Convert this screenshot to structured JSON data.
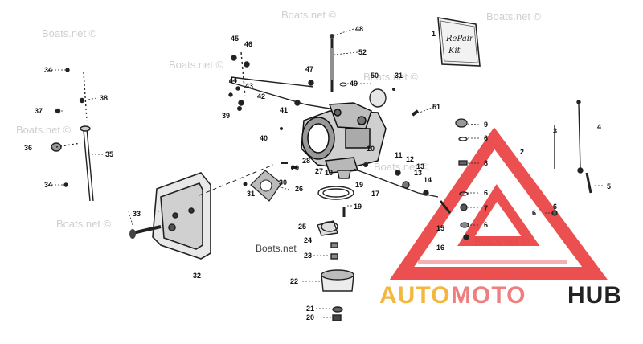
{
  "watermarks": [
    "Boats.net ©",
    "Boats.net ©",
    "Boats.net ©",
    "Boats.net ©",
    "Boats.net ©",
    "Boats.net ©",
    "Boats.net ©",
    "Boats.net ©",
    "Boats.net ©",
    "Boats.net"
  ],
  "logo": {
    "part1": "AUTO",
    "part2": "MOTO",
    "part3": "HUB",
    "color1": "#f4b63d",
    "color2": "#f07e7e",
    "color3": "#222222",
    "triangle_color": "#e83030"
  },
  "kit_box": {
    "line1": "RePair",
    "line2": "Kit"
  },
  "callouts": [
    "1",
    "2",
    "3",
    "4",
    "5",
    "6",
    "7",
    "8",
    "9",
    "10",
    "11",
    "12",
    "13",
    "13",
    "14",
    "15",
    "16",
    "17",
    "18",
    "19",
    "19",
    "20",
    "21",
    "22",
    "23",
    "24",
    "25",
    "26",
    "27",
    "28",
    "29",
    "30",
    "31",
    "31",
    "32",
    "33",
    "34",
    "34",
    "35",
    "36",
    "37",
    "38",
    "39",
    "40",
    "41",
    "42",
    "43",
    "44",
    "45",
    "46",
    "47",
    "48",
    "49",
    "50",
    "51",
    "52",
    "6",
    "6",
    "6",
    "6"
  ]
}
